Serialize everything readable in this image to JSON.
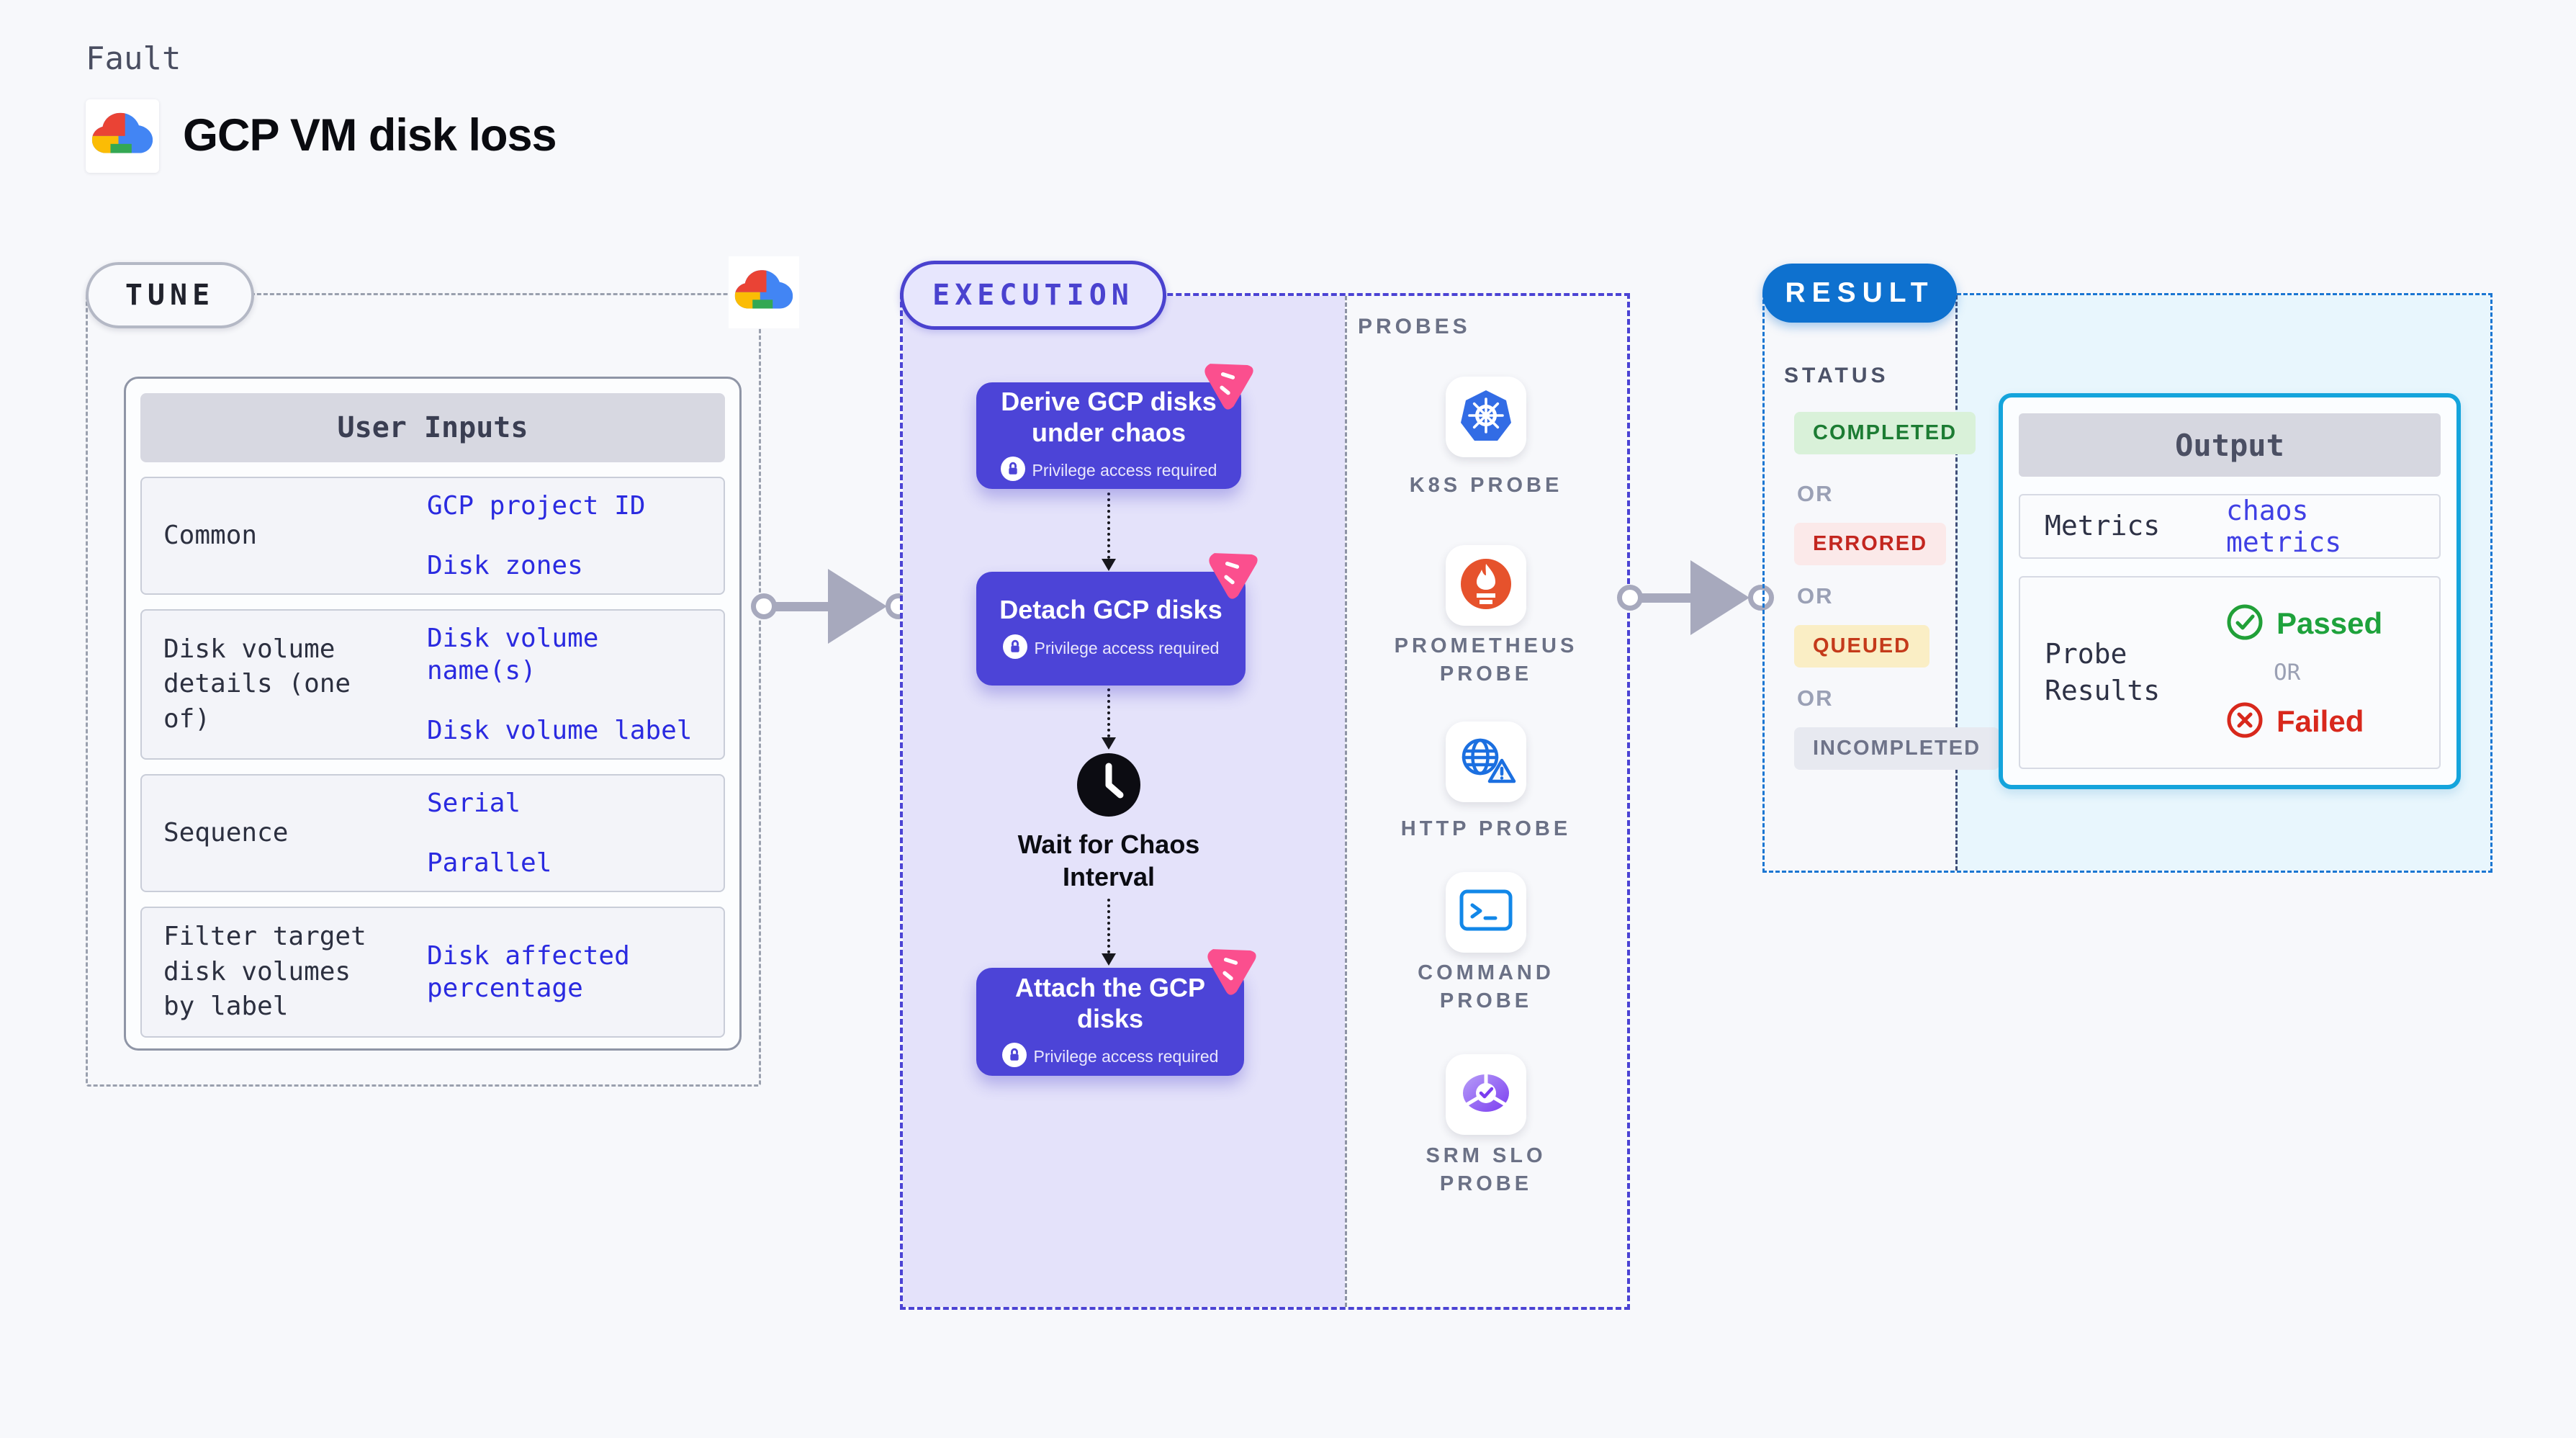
{
  "page": {
    "kind_label": "Fault",
    "title": "GCP VM disk loss"
  },
  "tune": {
    "badge": "TUNE",
    "user_inputs": {
      "header": "User Inputs",
      "rows": [
        {
          "label": "Common",
          "values": [
            "GCP project ID",
            "Disk zones"
          ]
        },
        {
          "label": "Disk volume details (one of)",
          "values": [
            "Disk volume name(s)",
            "Disk volume label"
          ]
        },
        {
          "label": "Sequence",
          "values": [
            "Serial",
            "Parallel"
          ]
        },
        {
          "label": "Filter target disk volumes by label",
          "values": [
            "Disk affected percentage"
          ]
        }
      ]
    }
  },
  "execution": {
    "badge": "EXECUTION",
    "nodes": [
      {
        "title": "Derive GCP disks under chaos",
        "note": "Privilege access required"
      },
      {
        "title": "Detach GCP disks",
        "note": "Privilege access required"
      },
      {
        "title": "Attach the GCP disks",
        "note": "Privilege access required"
      }
    ],
    "wait_label": "Wait for Chaos Interval"
  },
  "probes": {
    "heading": "PROBES",
    "items": [
      {
        "label": "K8S PROBE",
        "icon": "k8s-icon"
      },
      {
        "label": "PROMETHEUS PROBE",
        "icon": "prometheus-icon"
      },
      {
        "label": "HTTP PROBE",
        "icon": "http-icon"
      },
      {
        "label": "COMMAND PROBE",
        "icon": "command-icon"
      },
      {
        "label": "SRM SLO PROBE",
        "icon": "srm-slo-icon"
      }
    ]
  },
  "result": {
    "badge": "RESULT",
    "status_heading": "STATUS",
    "or_label": "OR",
    "statuses": [
      "COMPLETED",
      "ERRORED",
      "QUEUED",
      "INCOMPLETED"
    ],
    "output": {
      "header": "Output",
      "metrics_label": "Metrics",
      "metrics_value": "chaos metrics",
      "probe_results_label": "Probe Results",
      "passed_label": "Passed",
      "failed_label": "Failed"
    }
  },
  "colors": {
    "accent_indigo": "#4c44d7",
    "execution_fill": "#e4e2fa",
    "result_blue": "#0e71cf",
    "result_fill": "#e8f6fd",
    "output_border": "#14a4dc",
    "value_blue": "#2a2ae0",
    "status_completed": "#1c7c33",
    "status_errored": "#c3261f",
    "status_queued": "#c43a1a",
    "status_incompleted": "#6e7389",
    "passed_green": "#1ea23c",
    "failed_red": "#d8281c",
    "chaos_pink": "#fb4f8e",
    "arrow_gray": "#a7a9bd"
  }
}
